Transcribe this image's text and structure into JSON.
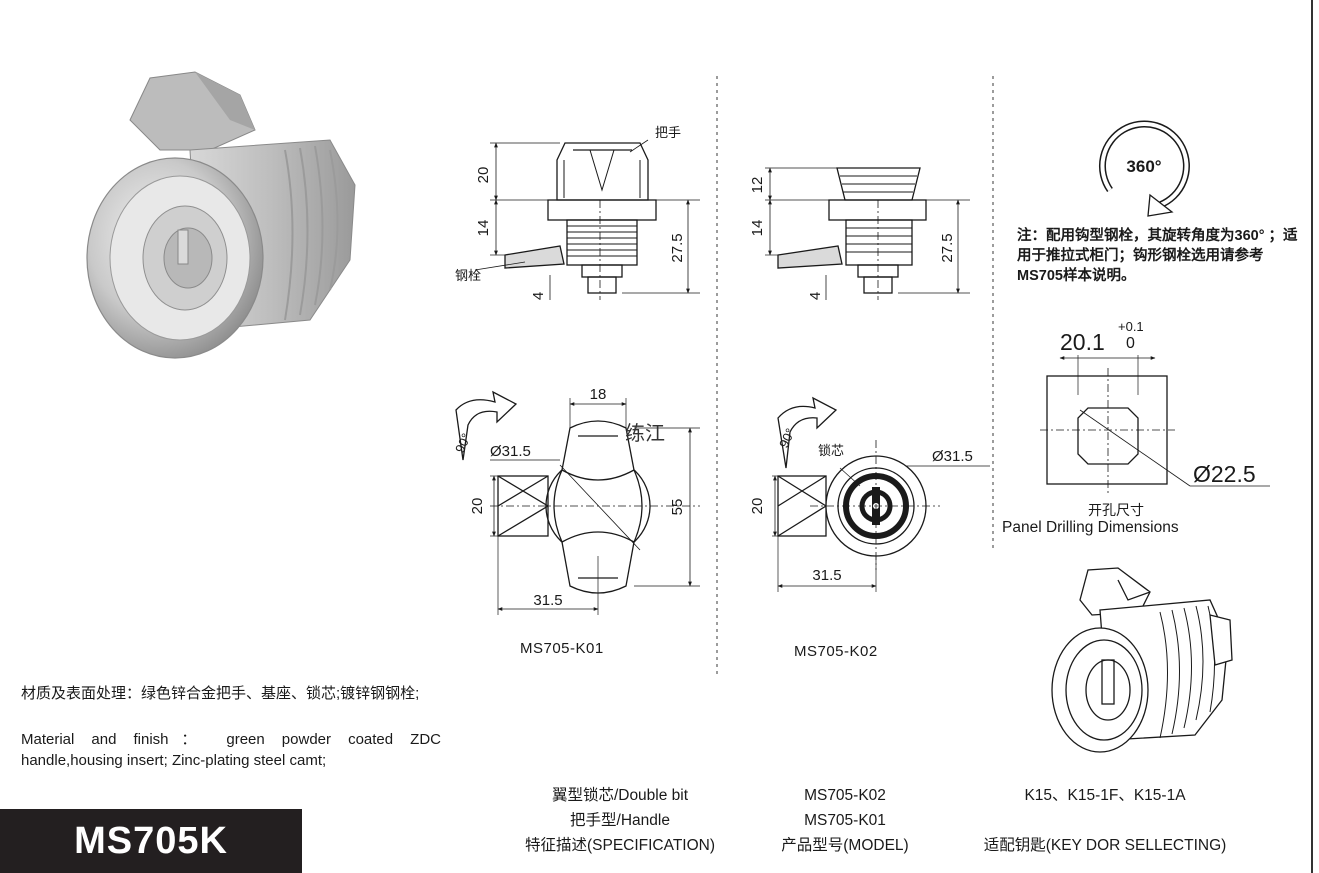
{
  "drawings": {
    "k01_front": {
      "label_handle": "把手",
      "label_bolt": "钢栓",
      "dim_20": "20",
      "dim_14": "14",
      "dim_4": "4",
      "dim_27_5": "27.5"
    },
    "k02_front": {
      "dim_12": "12",
      "dim_14": "14",
      "dim_4": "4",
      "dim_27_5": "27.5"
    },
    "k01_top": {
      "rotation": "90°",
      "dim_18": "18",
      "dim_dia": "Ø31.5",
      "dim_20": "20",
      "dim_55": "55",
      "dim_31_5": "31.5",
      "watermark": "练江"
    },
    "k02_top": {
      "rotation": "90°",
      "label_core": "锁芯",
      "dim_dia": "Ø31.5",
      "dim_20": "20",
      "dim_31_5": "31.5"
    },
    "panel": {
      "rotation": "360°",
      "dim_width": "20.1",
      "tol_upper": "+0.1",
      "tol_lower": "0",
      "dim_dia": "Ø22.5"
    }
  },
  "captions": {
    "k01": "MS705-K01",
    "k02": "MS705-K02",
    "panel_cn": "开孔尺寸",
    "panel_en": "Panel Drilling Dimensions"
  },
  "note": "注：配用钩型钢栓，其旋转角度为360° ；适用于推拉式柜门；钩形钢栓选用请参考MS705样本说明。",
  "material": {
    "cn": "材质及表面处理：绿色锌合金把手、基座、锁芯;镀锌钢钢栓;",
    "en": "Material and finish： green powder coated ZDC handle,housing insert; Zinc-plating steel camt;"
  },
  "spec_table": {
    "col1": [
      "翼型锁芯/Double bit",
      "把手型/Handle",
      "特征描述(SPECIFICATION)"
    ],
    "col2": [
      "MS705-K02",
      "MS705-K01",
      "产品型号(MODEL)"
    ],
    "col3": [
      "K15、K15-1F、K15-1A",
      "",
      "适配钥匙(KEY DOR SELLECTING)"
    ]
  },
  "model_title": "MS705K",
  "colors": {
    "title_bg": "#231f20",
    "ink": "#1a1a1a"
  }
}
